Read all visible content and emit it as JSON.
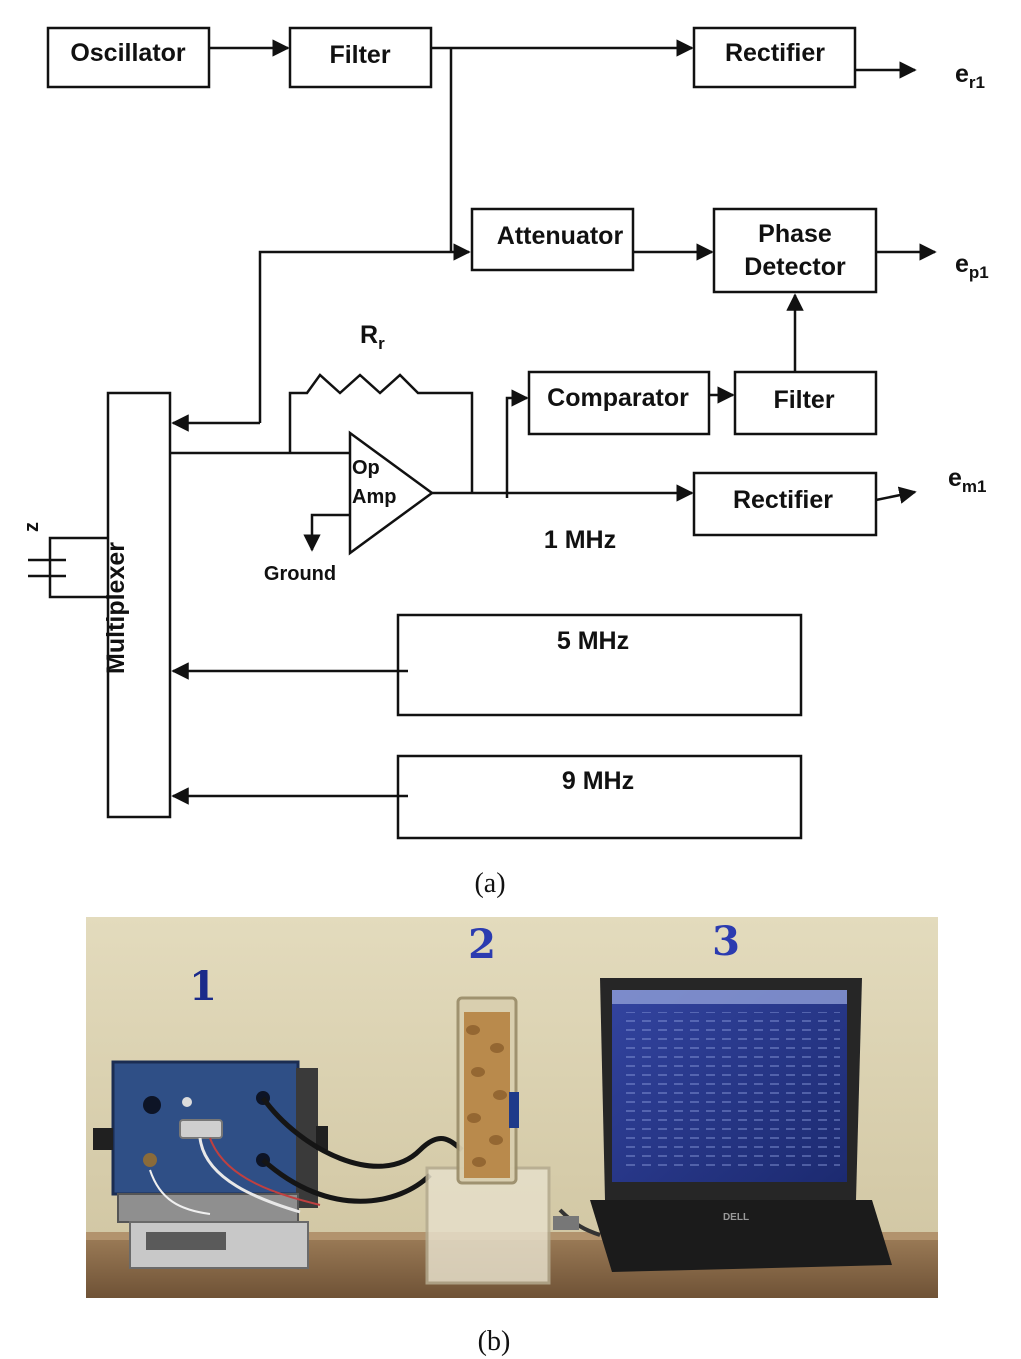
{
  "diagram": {
    "blocks": {
      "oscillator": "Oscillator",
      "filter_top": "Filter",
      "rectifier_top": "Rectifier",
      "attenuator": "Attenuator",
      "phase_detector_line1": "Phase",
      "phase_detector_line2": "Detector",
      "comparator": "Comparator",
      "filter_mid": "Filter",
      "rectifier_bottom": "Rectifier",
      "multiplexer": "Multiplexer",
      "opamp_line1": "Op",
      "opamp_line2": "Amp",
      "mhz5": "5 MHz",
      "mhz9": "9 MHz"
    },
    "labels": {
      "rf_main": "R",
      "rf_sub": "r",
      "ground": "Ground",
      "freq_1mhz": "1 MHz",
      "z": "z"
    },
    "outputs": {
      "er1_main": "e",
      "er1_sub": "r1",
      "ep1_main": "e",
      "ep1_sub": "p1",
      "em1_main": "e",
      "em1_sub": "m1"
    }
  },
  "photo": {
    "labels": [
      "1",
      "2",
      "3"
    ],
    "laptop_brand": "DELL"
  },
  "captions": {
    "a": "(a)",
    "b": "(b)"
  },
  "colors": {
    "wall": "#d8cfae",
    "bench": "#8a6a48",
    "instrument": "#2f4f86",
    "peanut": "#b98a4c",
    "laptop": "#262626",
    "screen": "#2a3a8c",
    "label_blue": "#1a2a8a"
  }
}
